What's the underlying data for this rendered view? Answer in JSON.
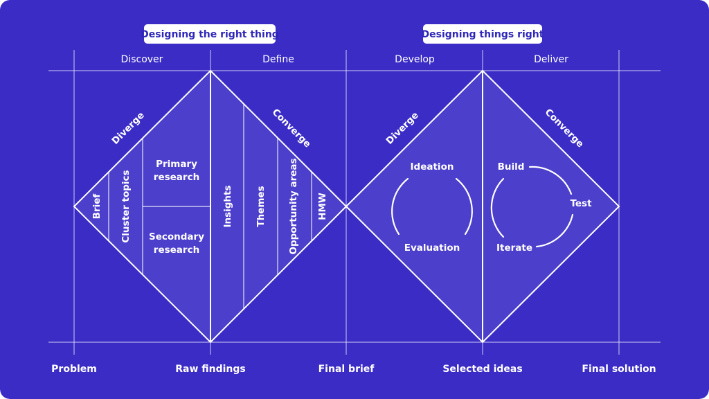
{
  "colors": {
    "background": "#3b2cc6",
    "line": "#ffffff",
    "pill_bg": "#ffffff",
    "pill_text": "#2f27b8"
  },
  "headers": {
    "left": "Designing the right thing",
    "right": "Designing things right"
  },
  "phases": [
    "Discover",
    "Define",
    "Develop",
    "Deliver"
  ],
  "diamond1": {
    "diverge": "Diverge",
    "converge": "Converge",
    "columns_left": [
      "Brief",
      "Cluster topics"
    ],
    "primary": [
      "Primary",
      "research"
    ],
    "secondary": [
      "Secondary",
      "research"
    ],
    "columns_right": [
      "Insights",
      "Themes",
      "Opportunity areas",
      "HMW"
    ]
  },
  "diamond2": {
    "diverge": "Diverge",
    "converge": "Converge",
    "cycle1": [
      "Ideation",
      "Evaluation"
    ],
    "cycle2": [
      "Build",
      "Test",
      "Iterate"
    ]
  },
  "milestones": [
    "Problem",
    "Raw findings",
    "Final brief",
    "Selected ideas",
    "Final solution"
  ]
}
